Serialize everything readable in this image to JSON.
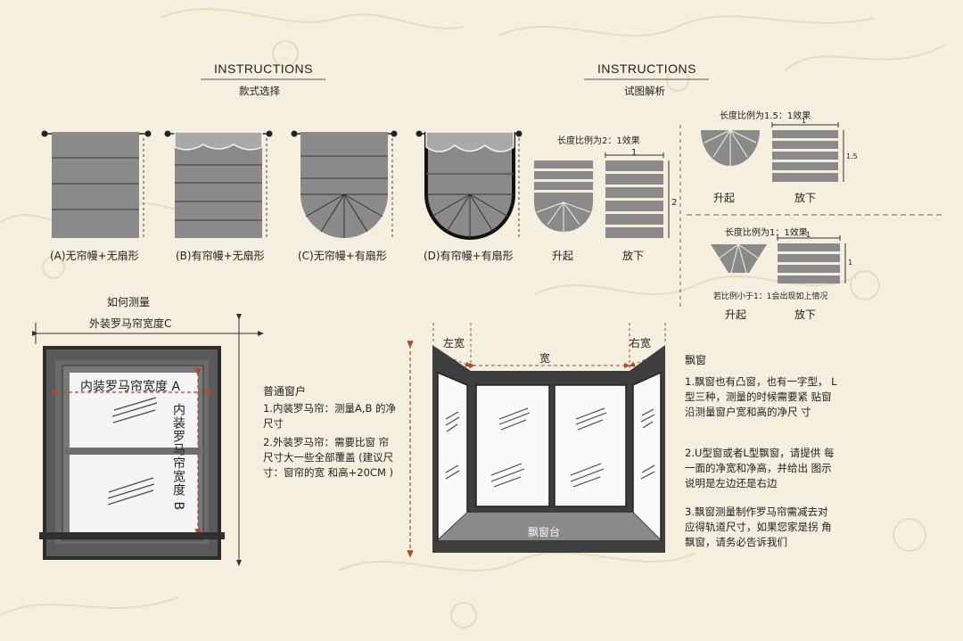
{
  "left_panel": {
    "heading": "INSTRUCTIONS",
    "subheading": "款式选择",
    "styles": [
      {
        "label": "(A)无帘幔+无扇形"
      },
      {
        "label": "(B)有帘幔+无扇形"
      },
      {
        "label": "(C)无帘幔+有扇形"
      },
      {
        "label": "(D)有帘幔+有扇形"
      }
    ]
  },
  "right_panel": {
    "heading": "INSTRUCTIONS",
    "subheading": "试图解析",
    "ratio_2": {
      "title": "长度比例为2：1效果",
      "raise": "升起",
      "lower": "放下",
      "dim_width": "1",
      "dim_height": "2"
    },
    "ratio_15": {
      "title": "长度比例为1.5：1效果",
      "raise": "升起",
      "lower": "放下",
      "dim_width": "1",
      "dim_height": "1.5"
    },
    "ratio_1": {
      "title": "长度比例为1：1效果",
      "note": "若比例小于1：1会出现如上情况",
      "raise": "升起",
      "lower": "放下",
      "dim_width": "1",
      "dim_height": "1"
    }
  },
  "measure": {
    "title": "如何测量",
    "outer_width_label": "外装罗马帘宽度C",
    "inner_width_label": "内装罗马帘宽度 A",
    "inner_height_label": "内装罗马帘宽度 B",
    "normal_window": {
      "title": "普通窗户",
      "items": [
        "1.内装罗马帘：测量A,B 的净尺寸",
        "2.外装罗马帘：需要比窗 帘尺寸大一些全部覆盖 (建议尺寸：窗帘的宽 和高+20CM )"
      ]
    }
  },
  "bay": {
    "left_width": "左宽",
    "width": "宽",
    "right_width": "右宽",
    "sill": "飘窗台",
    "title": "飘窗",
    "items": [
      "1.飘窗也有凸窗，也有一字型， L型三种，测量的时候需要紧 贴窗沿测量窗户宽和高的净尺 寸",
      "2.U型窗或者L型飘窗，请提供 每一面的净宽和净高，并给出 图示说明是左边还是右边",
      "3.飘窗测量制作罗马帘需减去对 应得轨道尺寸，如果您家是拐 角飘窗，请务必告诉我们"
    ]
  },
  "colors": {
    "background": "#f4efdf",
    "curtain_gray": "#8a8a8a",
    "frame_dark": "#3a3a3a",
    "dimension_red": "#b0462e",
    "ornament": "#e8dcc0"
  }
}
